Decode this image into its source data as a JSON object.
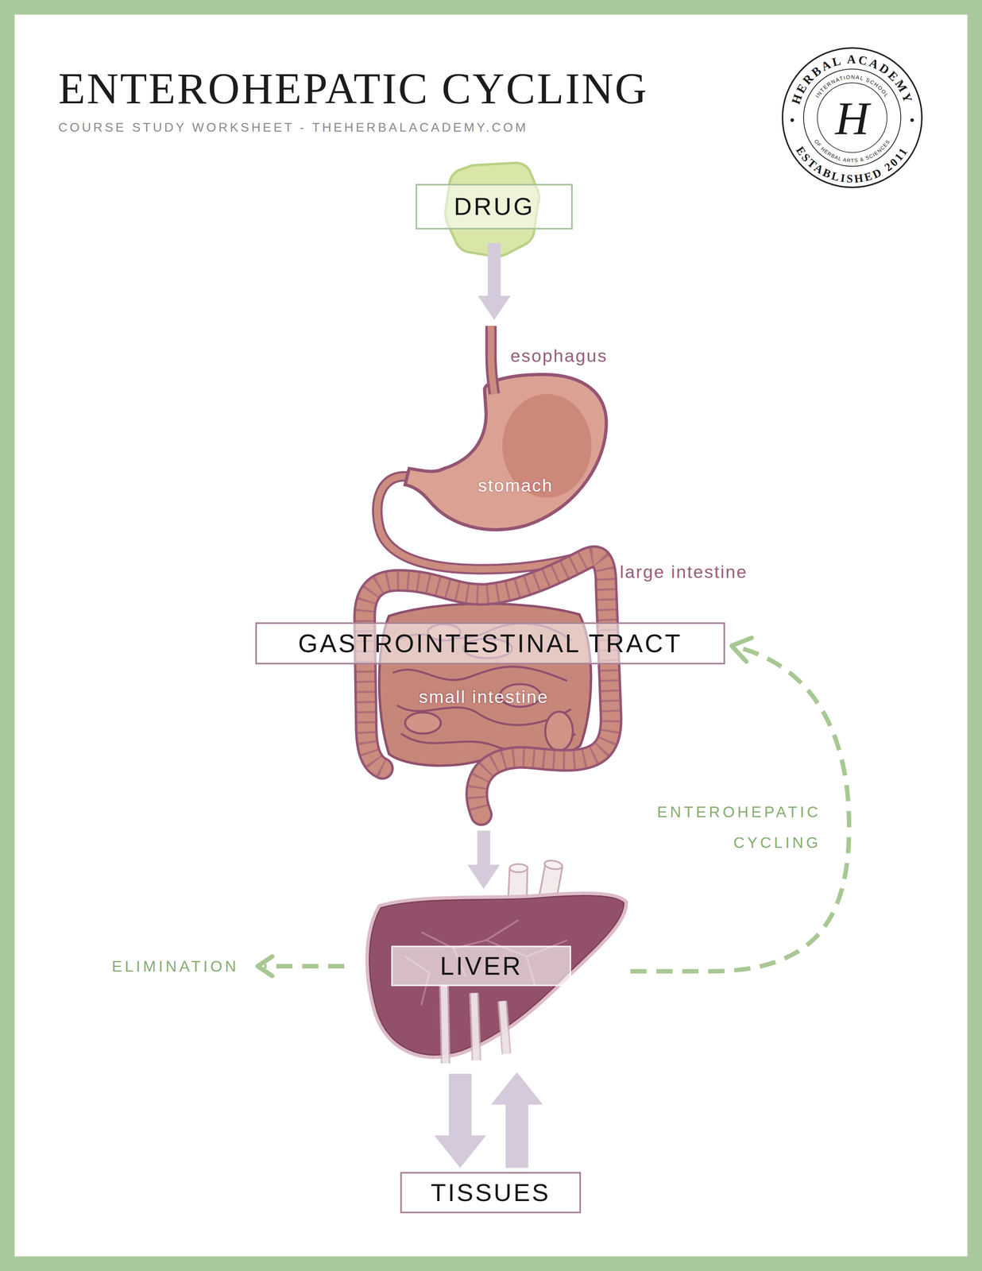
{
  "diagram": {
    "title": "ENTEROHEPATIC CYCLING",
    "nodes": [
      {
        "text": [
          "HERBAL ACADEMY",
          "INTERNATIONAL SCHOOL",
          "H",
          "OF HERBAL ARTS & SCIENCES",
          "ESTABLISHED 2011"
        ]
      },
      {
        "text": [
          "DRUG"
        ]
      },
      {
        "text": [
          "GASTROINTESTINAL TRACT"
        ]
      },
      {
        "text": [
          "LIVER"
        ]
      },
      {
        "text": [
          "TISSUES"
        ]
      }
    ],
    "edges": [
      {
        "from": 1,
        "to": 2,
        "arrow": "to"
      },
      {
        "from": 2,
        "to": 3,
        "arrow": "to"
      },
      {
        "from": 3,
        "to": 2,
        "label": "ENTEROHEPATIC CYCLING",
        "arrow": "to"
      },
      {
        "from": 3,
        "to": 4,
        "arrow": "to"
      },
      {
        "from": 4,
        "to": 3,
        "arrow": "to"
      }
    ],
    "labels": [
      "COURSE STUDY WORKSHEET - THEHERBALACADEMY.COM",
      "esophagus",
      "stomach",
      "large intestine",
      "small intestine",
      "ELIMINATION"
    ]
  }
}
